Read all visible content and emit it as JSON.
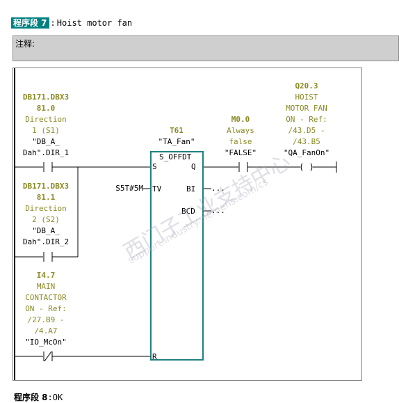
{
  "network": {
    "label": "程序段 7",
    "title": "Hoist motor fan",
    "comment_label": "注释:"
  },
  "contacts": {
    "dir1": {
      "address": "DB171.DBX3 81.0",
      "comment": [
        "Direction",
        "1 (S1)"
      ],
      "symbol": [
        "\"DB_A_",
        "Dah\".DIR_1"
      ]
    },
    "dir2": {
      "address": "DB171.DBX3 81.1",
      "comment": [
        "Direction",
        "2 (S2)"
      ],
      "symbol": [
        "\"DB_A_",
        "Dah\".DIR_2"
      ]
    },
    "main": {
      "address": "I4.7",
      "comment": [
        "MAIN",
        "CONTACTOR",
        "ON - Ref:",
        "/27.B9 -",
        "/4.A7"
      ],
      "symbol": [
        "\"IO_McOn\""
      ]
    },
    "false": {
      "address": "M0.0",
      "comment": [
        "Always",
        "false"
      ],
      "symbol": [
        "\"FALSE\""
      ]
    }
  },
  "timer": {
    "address": "T61",
    "symbol": "\"TA_Fan\"",
    "type": "S_OFFDT",
    "pin_s": "S",
    "pin_q": "Q",
    "pin_tv": "TV",
    "pin_bi": "BI",
    "pin_bcd": "BCD",
    "pin_r": "R",
    "tv_value": "S5T#5M",
    "dots_bi": "...",
    "dots_bcd": "..."
  },
  "coil": {
    "address": "Q20.3",
    "comment": [
      "HOIST",
      "MOTOR FAN",
      "ON - Ref:",
      "/43.D5 -",
      "/43.B5"
    ],
    "symbol": "\"QA_FanOn\"",
    "symbol_glyph": "( )"
  },
  "next_network": {
    "label": "程序段 8",
    "title": "OK"
  },
  "watermark": {
    "line1": "西门子工业支持中心",
    "line2": "support.industry.siemens.com/cs"
  }
}
